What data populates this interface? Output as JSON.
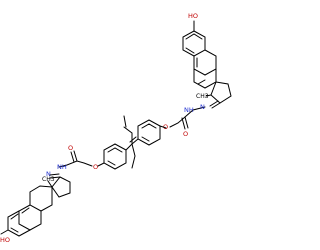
{
  "labels": {
    "ho_top": "HO",
    "ho_bottom": "HO",
    "methyl_top": "CH3",
    "methyl_bottom": "CH3",
    "hydrazide_top_nh": "NH",
    "hydrazide_top_n": "N",
    "hydrazide_bottom_nh": "NH",
    "hydrazide_bottom_n": "N",
    "o_top_ether": "O",
    "o_top_carbonyl": "O",
    "o_bottom_ether": "O",
    "o_bottom_carbonyl": "O"
  },
  "colors": {
    "bond": "#000000",
    "oxygen": "#c00000",
    "nitrogen": "#1f2fd0",
    "carbon_label": "#000000"
  }
}
